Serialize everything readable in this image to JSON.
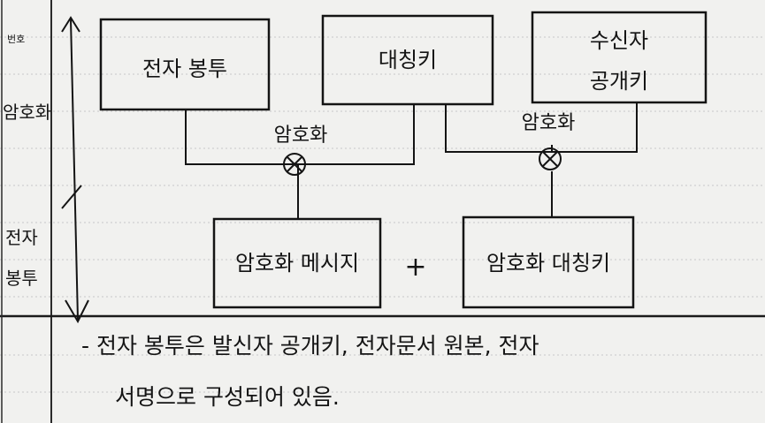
{
  "labels": {
    "margin_top": "번호",
    "side_upper": "암호화",
    "side_lower_1": "전자",
    "side_lower_2": "봉투",
    "box_envelope": "전자 봉투",
    "box_symkey": "대칭키",
    "box_recv_1": "수신자",
    "box_recv_2": "공개키",
    "op_left": "암호화",
    "op_right": "암호화",
    "box_enc_msg": "암호화 메시지",
    "plus": "+",
    "box_enc_key": "암호화 대칭키"
  },
  "note": {
    "line1": "- 전자 봉투은 발신자 공개키, 전자문서 원본, 전자",
    "line2": "서명으로 구성되어 있음."
  }
}
